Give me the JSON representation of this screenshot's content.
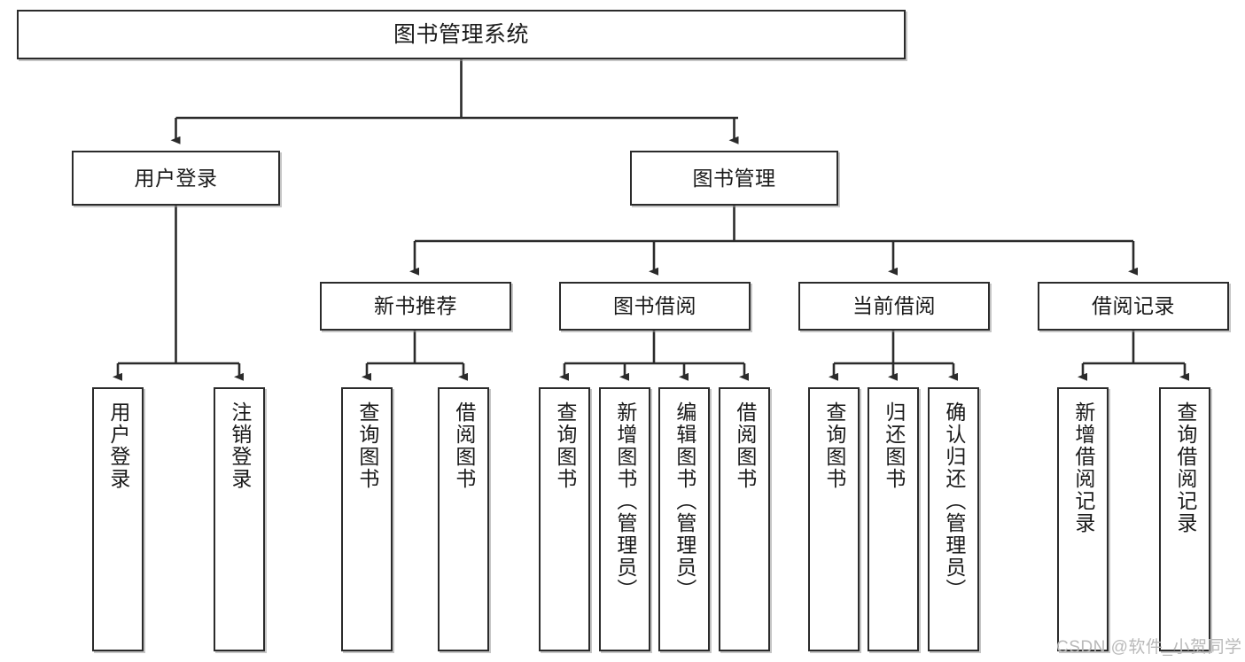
{
  "diagram": {
    "title": "图书管理系统",
    "type": "functional-structure-tree",
    "style": {
      "box_border_color": "#2b2b2b",
      "box_fill_color": "#ffffff",
      "line_color": "#2b2b2b",
      "text_color": "#1a1a1a",
      "watermark_color": "#b9b9b9",
      "background": "#ffffff"
    },
    "root": {
      "label": "图书管理系统"
    },
    "level1": [
      {
        "label": "用户登录"
      },
      {
        "label": "图书管理"
      }
    ],
    "level2": [
      {
        "label": "新书推荐"
      },
      {
        "label": "图书借阅"
      },
      {
        "label": "当前借阅"
      },
      {
        "label": "借阅记录"
      }
    ],
    "leaves": {
      "user_login": [
        {
          "label": "用户登录"
        },
        {
          "label": "注销登录"
        }
      ],
      "new_book_recommend": [
        {
          "label": "查询图书"
        },
        {
          "label": "借阅图书"
        }
      ],
      "book_borrow": [
        {
          "label": "查询图书"
        },
        {
          "label": "新增图书（管理员）"
        },
        {
          "label": "编辑图书（管理员）"
        },
        {
          "label": "借阅图书"
        }
      ],
      "current_borrow": [
        {
          "label": "查询图书"
        },
        {
          "label": "归还图书"
        },
        {
          "label": "确认归还（管理员）"
        }
      ],
      "borrow_record": [
        {
          "label": "新增借阅记录"
        },
        {
          "label": "查询借阅记录"
        }
      ]
    }
  },
  "watermark": {
    "text": "CSDN @软件_小贺同学"
  }
}
